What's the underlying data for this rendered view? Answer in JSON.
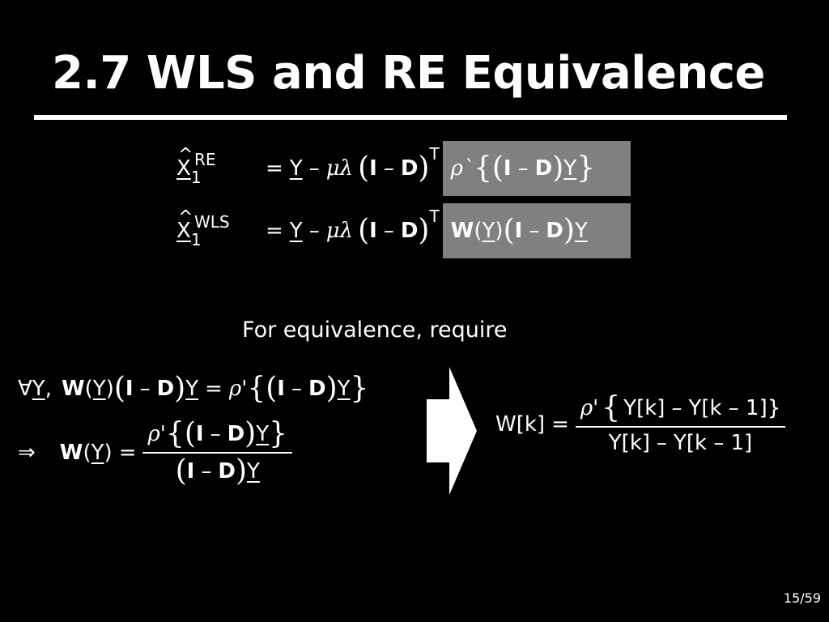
{
  "slide": {
    "title": "2.7 WLS and RE Equivalence",
    "subtitle": "For equivalence, require",
    "page_number": "15/59"
  },
  "symbols": {
    "X": "X",
    "Y": "Y",
    "hat": "^",
    "one": "1",
    "sup_re": "RE",
    "sup_wls": "WLS",
    "sup_T": "T",
    "equals": "=",
    "minus": "–",
    "mu_lambda": "μλ",
    "I": "I",
    "D": "D",
    "W": "W",
    "rho": "ρ",
    "rho_grave": "ρ`",
    "rho_prime": "ρ'",
    "lparen": "(",
    "rparen": ")",
    "lbrace": "{",
    "rbrace": "}",
    "forall": "∀",
    "comma": ",",
    "implies": "⇒",
    "Wk": "W[k]",
    "Yk": "Y[k]",
    "Ykm1": "Y[k – 1]",
    "Ykm1_br": "Y[k – 1]}"
  },
  "colors": {
    "background": "#000000",
    "foreground": "#ffffff",
    "highlight_box": "#808080"
  }
}
